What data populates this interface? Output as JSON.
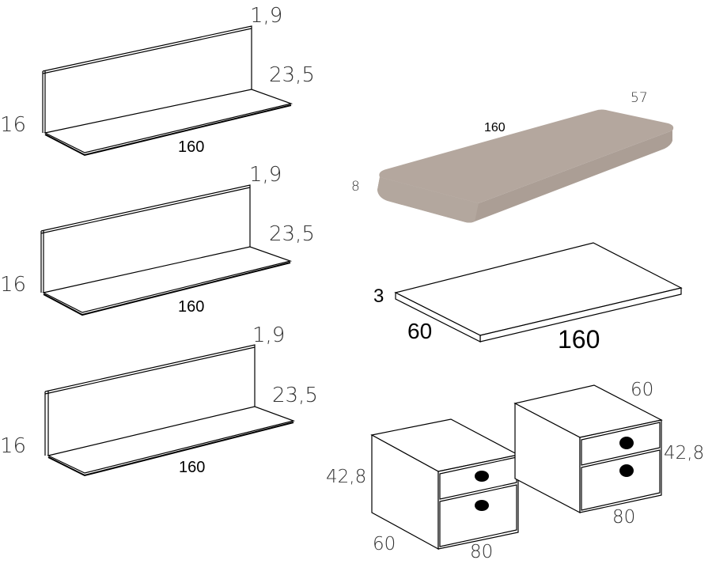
{
  "shelves": [
    {
      "thickness": "1,9",
      "depth": "23,5",
      "height": "16",
      "width": "160"
    },
    {
      "thickness": "1,9",
      "depth": "23,5",
      "height": "16",
      "width": "160"
    },
    {
      "thickness": "1,9",
      "depth": "23,5",
      "height": "16",
      "width": "160"
    }
  ],
  "cushion": {
    "depth": "57",
    "width": "160",
    "height": "8",
    "color": "#b4a79e"
  },
  "top_board": {
    "thickness": "3",
    "depth": "60",
    "width": "160"
  },
  "chests": [
    {
      "height": "42,8",
      "depth": "60",
      "width": "80"
    },
    {
      "depth": "60",
      "height": "42,8",
      "width": "80"
    }
  ]
}
